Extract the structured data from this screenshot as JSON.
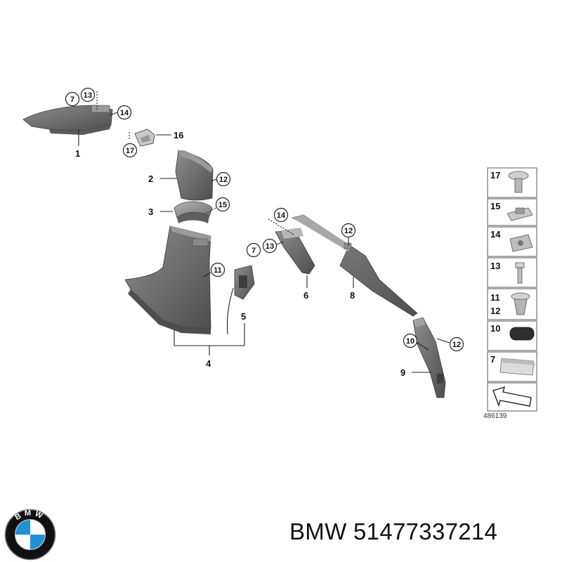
{
  "diagram": {
    "labels": {
      "n1": "1",
      "n2": "2",
      "n3": "3",
      "n4": "4",
      "n5": "5",
      "n6": "6",
      "n8": "8",
      "n9": "9",
      "n16": "16"
    },
    "callouts": {
      "c7a": "7",
      "c13a": "13",
      "c14a": "14",
      "c17a": "17",
      "c12a": "12",
      "c15a": "15",
      "c11a": "11",
      "c14b": "14",
      "c7b": "7",
      "c13b": "13",
      "c12b": "12",
      "c10a": "10",
      "c12c": "12"
    },
    "legend": {
      "cells": [
        {
          "label": "17",
          "icon": "mushroom-clip-icon"
        },
        {
          "label": "15",
          "icon": "spring-nut-icon"
        },
        {
          "label": "14",
          "icon": "clip-nut-icon"
        },
        {
          "label": "13",
          "icon": "screw-icon"
        },
        {
          "label": "11",
          "label2": "12",
          "icon": "expansion-rivet-icon"
        },
        {
          "label": "10",
          "icon": "rubber-buffer-icon"
        },
        {
          "label": "7",
          "icon": "foam-pad-icon"
        }
      ]
    },
    "reference_code": "486139"
  },
  "footer": {
    "brand": "BMW",
    "part_number": "51477337214",
    "logo_letters": "BMW",
    "colors": {
      "blue": "#1f8fd6",
      "black": "#111111",
      "white": "#ffffff"
    }
  }
}
